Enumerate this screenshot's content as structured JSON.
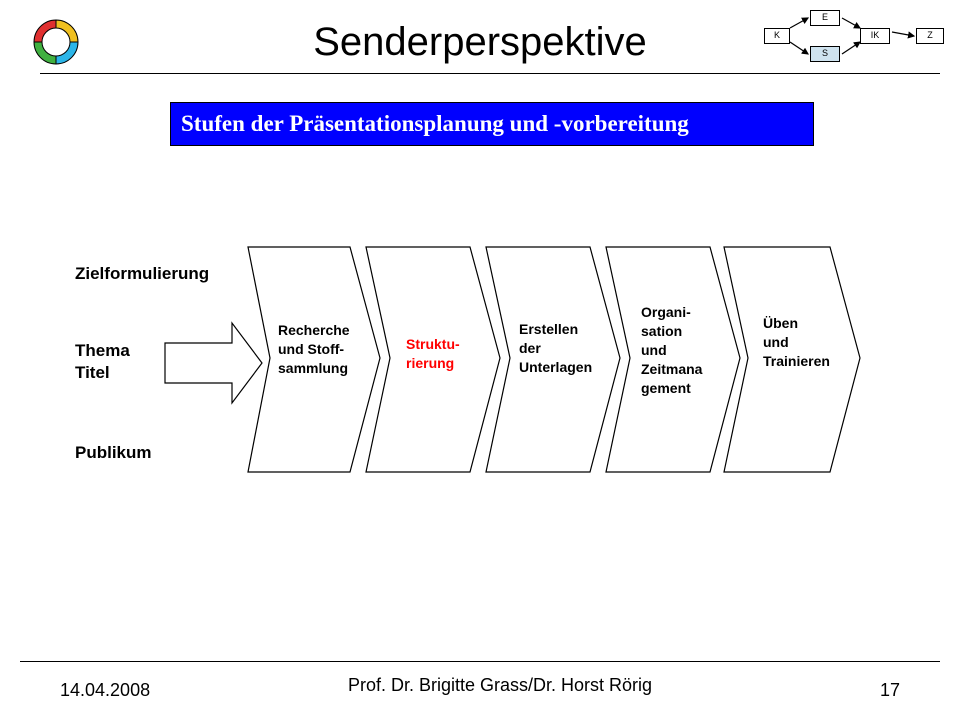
{
  "header": {
    "title": "Senderperspektive",
    "mini_diagram": {
      "e": "E",
      "k": "K",
      "s": "S",
      "ik": "IK",
      "z": "Z",
      "s_fill": "#cfe3ef"
    }
  },
  "banner": {
    "text": "Stufen der Präsentationsplanung und -vorbereitung",
    "color": "#0000ff"
  },
  "inputs": {
    "zielformulierung": "Zielformulierung",
    "thema_line1": "Thema",
    "thema_line2": "Titel",
    "publikum": "Publikum"
  },
  "steps": [
    {
      "lines": [
        "Recherche",
        "und Stoff-",
        "sammlung"
      ],
      "color": "#000000"
    },
    {
      "lines": [
        "Struktu-",
        "rierung"
      ],
      "color": "#ff0000"
    },
    {
      "lines": [
        "Erstellen",
        "der",
        "Unterlagen"
      ],
      "color": "#000000"
    },
    {
      "lines": [
        "Organi-",
        "sation",
        "und",
        "Zeitmana",
        "gement"
      ],
      "color": "#000000"
    },
    {
      "lines": [
        "Üben",
        "und",
        "Trainieren"
      ],
      "color": "#000000"
    }
  ],
  "footer": {
    "date": "14.04.2008",
    "authors": "Prof. Dr. Brigitte Grass/Dr. Horst Rörig",
    "page": "17"
  }
}
